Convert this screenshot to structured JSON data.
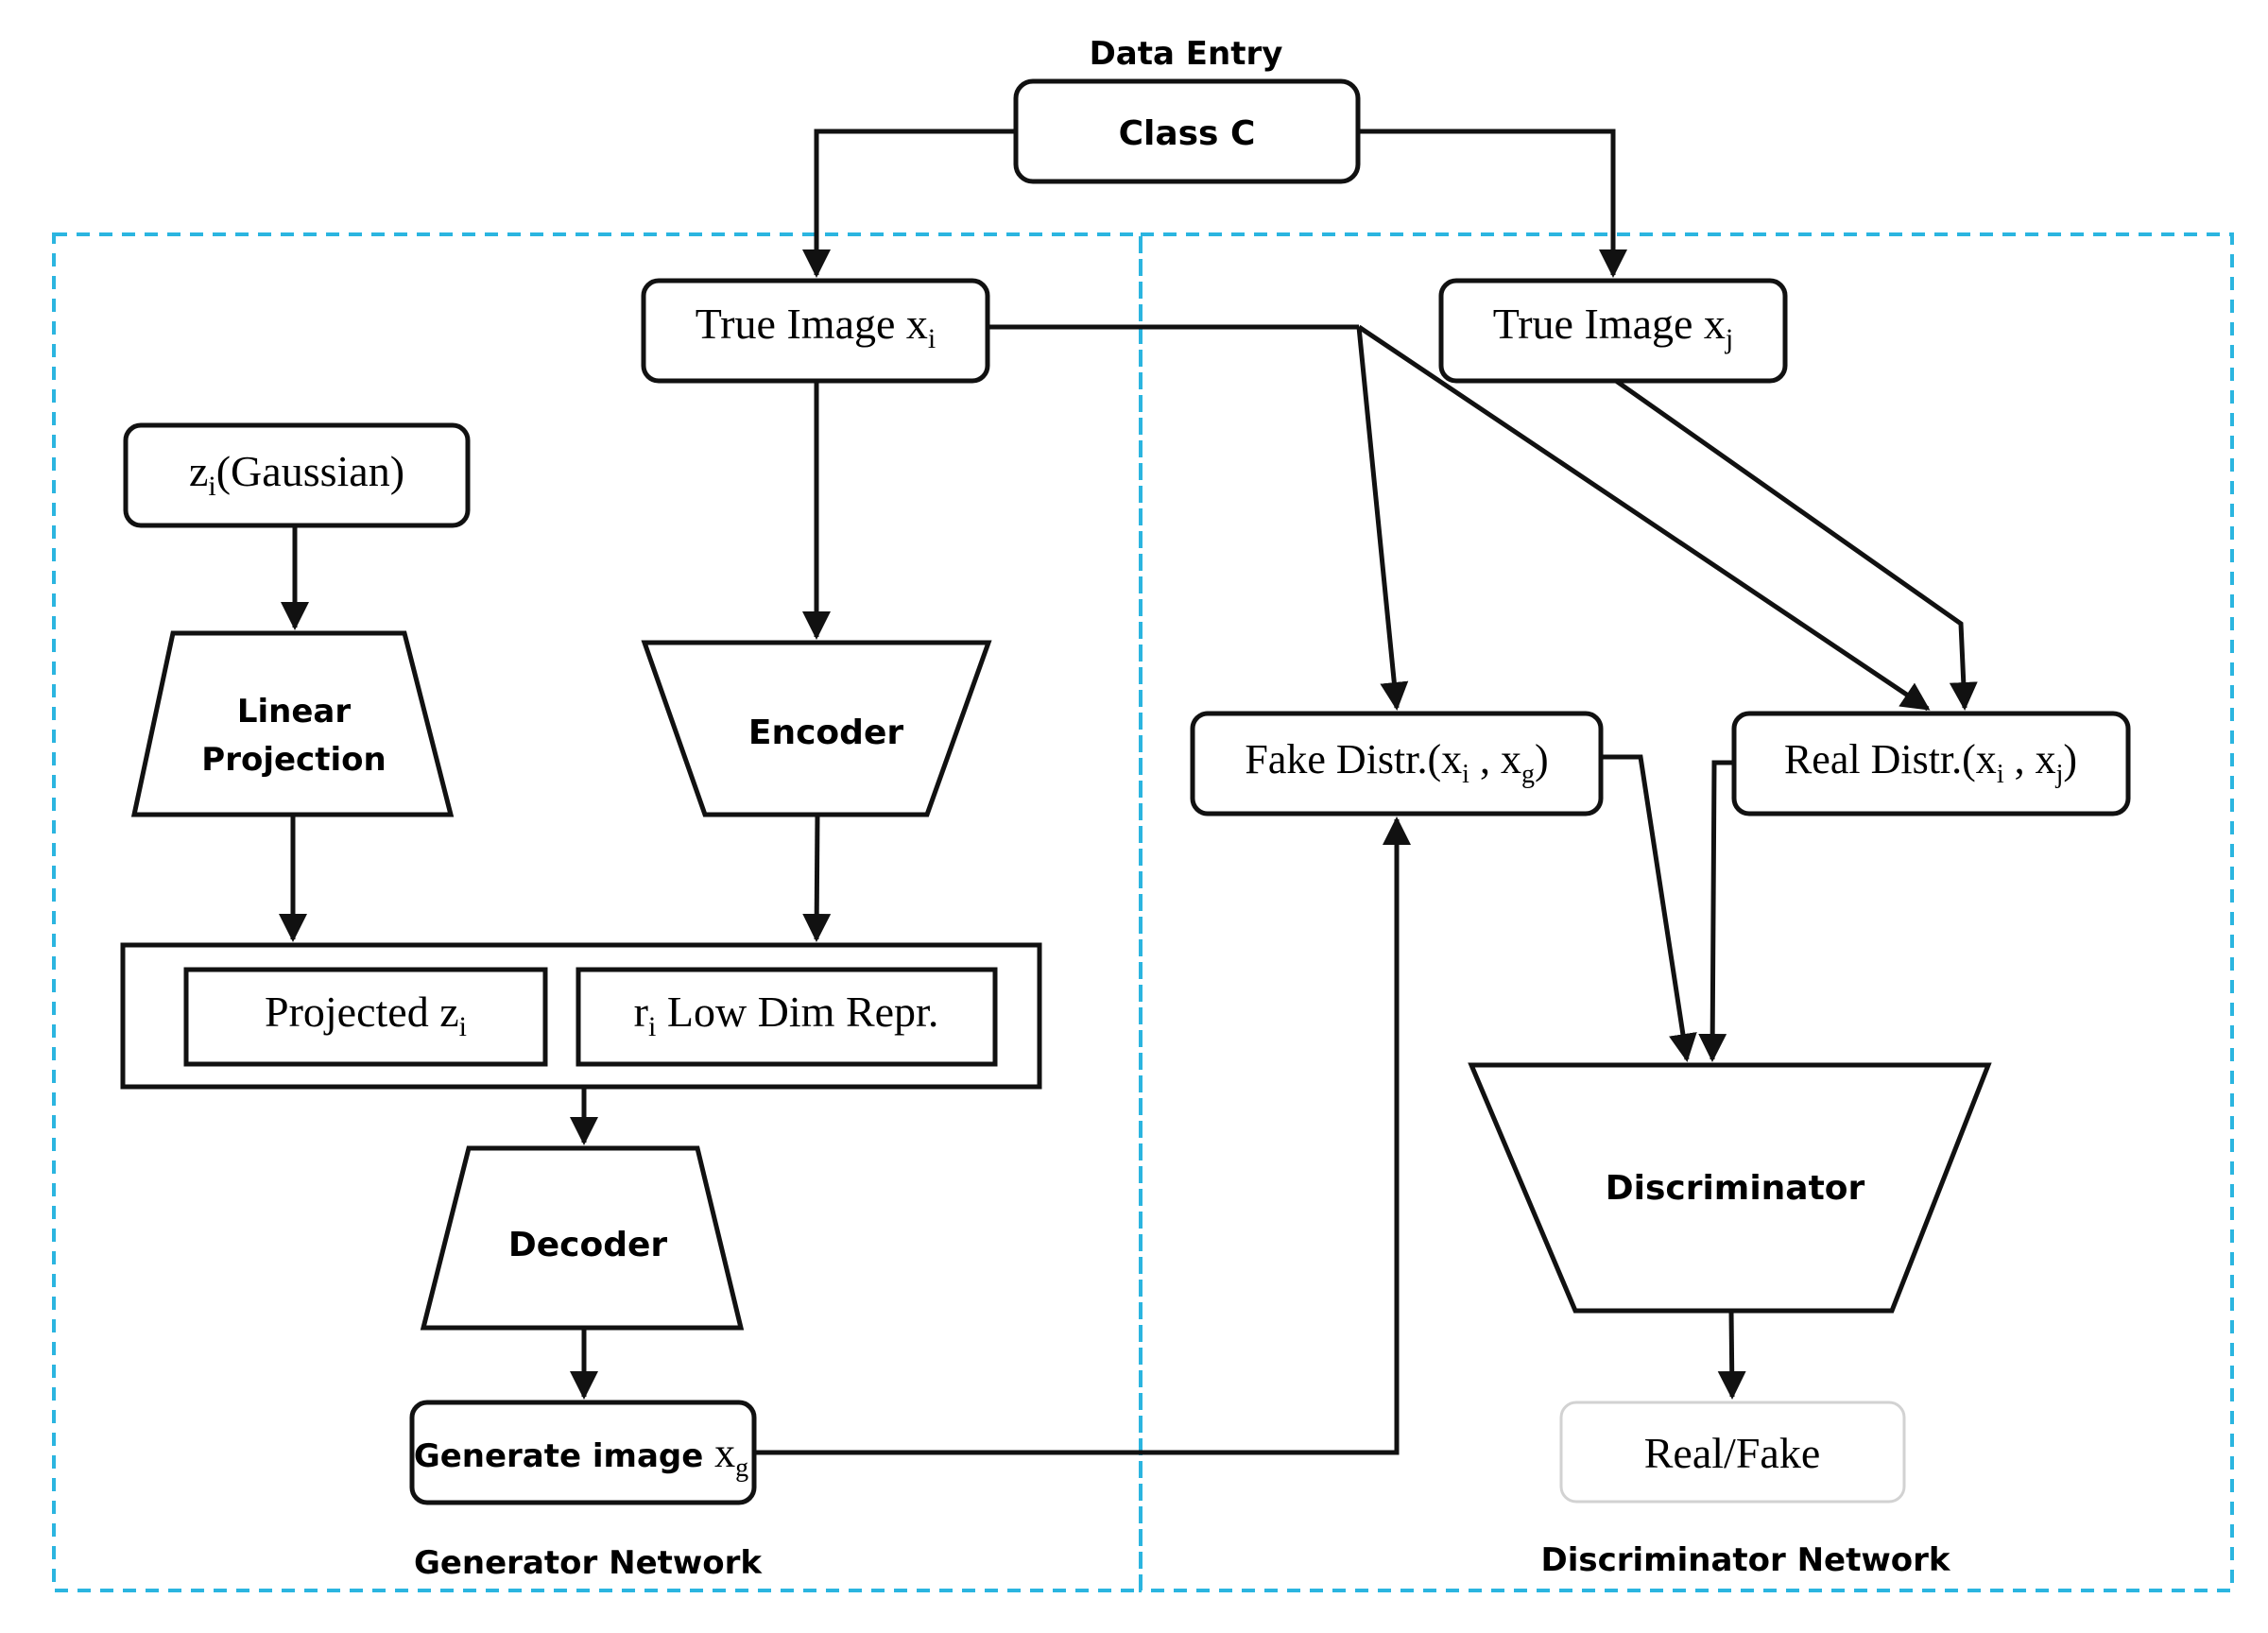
{
  "colors": {
    "region_border": "#2bb5e0",
    "stroke": "#111111",
    "light_border": "#d2d2d2"
  },
  "header": {
    "label": "Data Entry"
  },
  "nodes": {
    "class_c": "Class C",
    "true_image_xi": {
      "text": "True Image x",
      "sub": "i"
    },
    "true_image_xj": {
      "text": "True Image x",
      "sub": "j"
    },
    "zi_gaussian": {
      "pre": "z",
      "sub": "i",
      "text": "(Gaussian)"
    },
    "linear_projection": {
      "line1": "Linear",
      "line2": "Projection"
    },
    "encoder": "Encoder",
    "projected_zi": {
      "text": "Projected z",
      "sub": "i"
    },
    "low_dim_repr": {
      "pre": "r",
      "sub": "i",
      "text": " Low Dim Repr."
    },
    "decoder": "Decoder",
    "generate_image": {
      "text": "Generate image ",
      "var": "x",
      "sub": "g"
    },
    "fake_distr": {
      "text": "Fake Distr.(x",
      "sub1": "i",
      "mid": " , x",
      "sub2": "g",
      "end": ")"
    },
    "real_distr": {
      "text": "Real Distr.(x",
      "sub1": "i",
      "mid": " , x",
      "sub2": "j",
      "end": ")"
    },
    "discriminator": "Discriminator",
    "real_fake": "Real/Fake"
  },
  "regions": {
    "generator": "Generator Network",
    "discriminator": "Discriminator Network"
  }
}
